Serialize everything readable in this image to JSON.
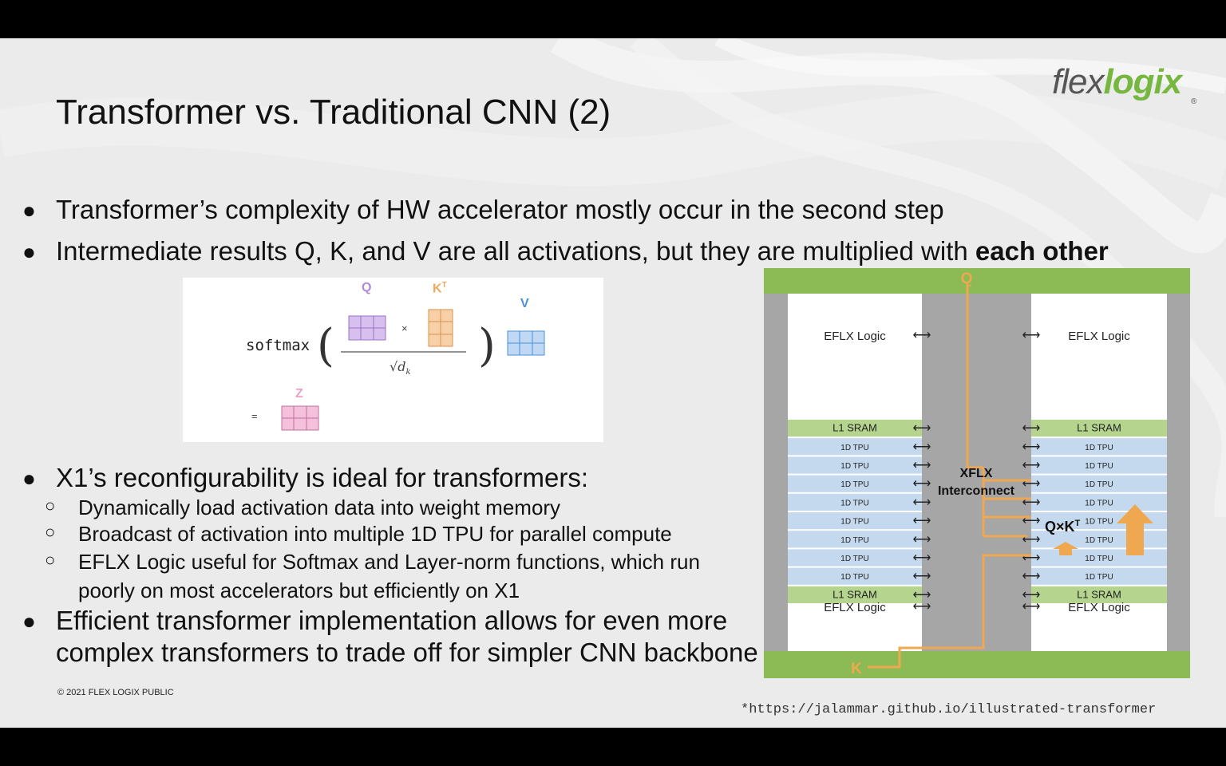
{
  "slide": {
    "title": "Transformer vs. Traditional CNN (2)",
    "logo": {
      "part1": "flex",
      "part2": "logix",
      "reg": "®"
    },
    "bullets": {
      "b1": "Transformer’s complexity of HW accelerator mostly occur in the second step",
      "b2_plain": "Intermediate results Q, K, and V are all activations, but they are multiplied with ",
      "b2_bold": "each other",
      "b3": "X1’s reconfigurability is ideal for transformers:",
      "s1": "Dynamically load activation data into weight memory",
      "s2": "Broadcast of activation into multiple 1D TPU for parallel compute",
      "s3a": "EFLX Logic useful for Softmax and Layer-norm functions, which run",
      "s3b": "poorly on most accelerators but efficiently on X1",
      "b4a": "Efficient transformer implementation allows for even more",
      "b4b": "complex transformers to trade off for simpler CNN backbone"
    },
    "copyright": "© 2021 FLEX LOGIX PUBLIC",
    "reference": "*https://jalammar.github.io/illustrated-transformer"
  },
  "formula": {
    "softmax": "softmax",
    "q": "Q",
    "k": "K",
    "k_sup": "T",
    "v": "V",
    "z": "Z",
    "times": "×",
    "equals": "=",
    "denominator": "√d",
    "denominator_sub": "k",
    "colors": {
      "q": "#b488d8",
      "k": "#f0a860",
      "v": "#4a90d8",
      "z": "#f0a0c8"
    }
  },
  "diagram": {
    "q_label": "Q",
    "k_label": "K",
    "efxl_logic": "EFLX Logic",
    "l1_sram": "L1 SRAM",
    "tpu": "1D TPU",
    "interconnect_line1": "XFLX",
    "interconnect_line2": "Interconnect",
    "qk_label": "Q×K",
    "qk_sup": "T",
    "colors": {
      "green": "#8cba55",
      "light_green": "#b5d48e",
      "tpu_blue": "#c5d9ee",
      "gray": "#a6a6a6",
      "orange": "#f0a850"
    }
  }
}
